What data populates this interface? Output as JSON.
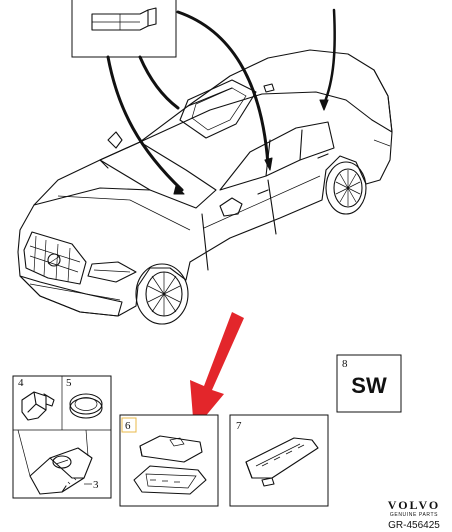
{
  "callouts": {
    "c3": "3",
    "c4": "4",
    "c5": "5",
    "c6": "6",
    "c7": "7",
    "c8": "8"
  },
  "sw_label": "SW",
  "brand": {
    "name": "VOLVO",
    "tagline": "GENUINE PARTS",
    "reference": "GR-456425"
  },
  "colors": {
    "arrow": "#e3262b",
    "highlight_box": "#e8b84a",
    "line": "#111111"
  }
}
